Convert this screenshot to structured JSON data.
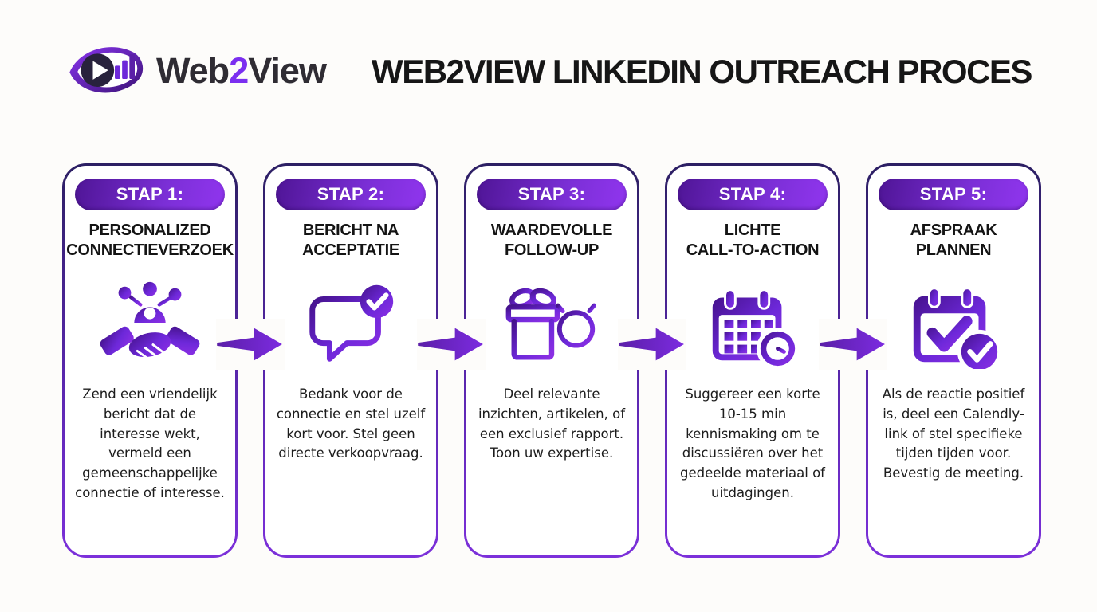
{
  "header": {
    "title": "WEB2VIEW LINKEDIN OUTREACH PROCES",
    "logo": {
      "icon": "web2view-eye-logo",
      "text_web": "Web",
      "text_2": "2",
      "text_view": "View"
    }
  },
  "colors": {
    "purple_dark": "#4f1596",
    "purple_mid": "#6d28d9",
    "purple_bright": "#8c2fe4",
    "text_dark": "#161616",
    "card_background": "#ffffff",
    "page_background": "#fdfcfa"
  },
  "steps": [
    {
      "badge": "STAP 1:",
      "title_line1": "PERSONALIZED",
      "title_line2": "CONNECTIEVERZOEK",
      "icon": "handshake-network-icon",
      "description": "Zend een vriendelijk bericht dat de interesse wekt, vermeld een gemeenschappelijke connectie of interesse."
    },
    {
      "badge": "STAP 2:",
      "title_line1": "BERICHT NA",
      "title_line2": "ACCEPTATIE",
      "icon": "chat-check-icon",
      "description": "Bedank voor de connectie en stel uzelf kort voor. Stel geen directe verkoopvraag."
    },
    {
      "badge": "STAP 3:",
      "title_line1": "WAARDEVOLLE",
      "title_line2": "FOLLOW-UP",
      "icon": "gift-lightbulb-icon",
      "description": "Deel relevante inzichten, artikelen, of een exclusief rapport. Toon uw expertise."
    },
    {
      "badge": "STAP 4:",
      "title_line1": "LICHTE",
      "title_line2": "CALL-TO-ACTION",
      "icon": "calendar-clock-icon",
      "description": "Suggereer een korte 10-15 min kennismaking om te discussiëren over het gedeelde materiaal of uitdagingen."
    },
    {
      "badge": "STAP 5:",
      "title_line1": "AFSPRAAK",
      "title_line2": "PLANNEN",
      "icon": "calendar-check-icon",
      "description": "Als de reactie positief is, deel een Calendly-link of stel specifieke tijden tijden voor. Bevestig de meeting."
    }
  ],
  "arrow_icon": "right-arrow-icon"
}
